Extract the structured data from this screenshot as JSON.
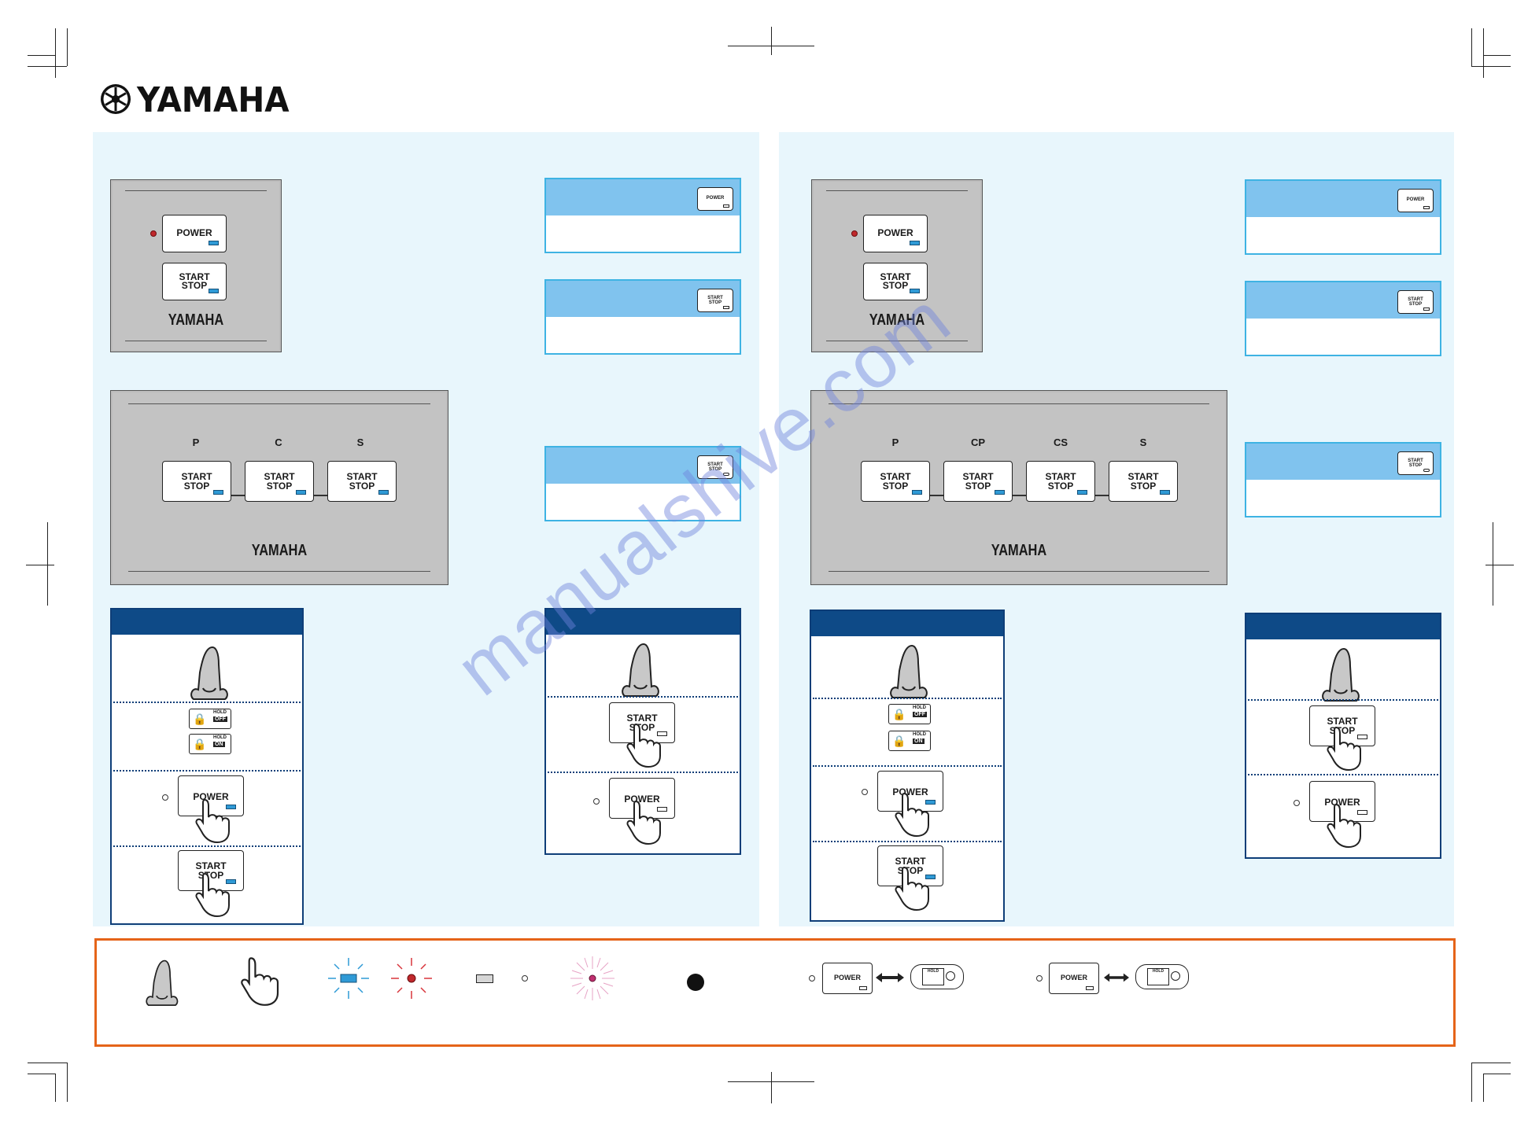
{
  "brand": {
    "name": "YAMAHA"
  },
  "panel_left": {
    "plate_small": {
      "power_label": "POWER",
      "start_label_1": "START",
      "start_label_2": "STOP",
      "brand": "YAMAHA"
    },
    "plate_large": {
      "channels": [
        "P",
        "C",
        "S"
      ],
      "key_line_1": "START",
      "key_line_2": "STOP",
      "brand": "YAMAHA"
    },
    "cards": [
      {
        "key_line_1": "POWER",
        "key_line_2": ""
      },
      {
        "key_line_1": "START",
        "key_line_2": "STOP"
      },
      {
        "key_line_1": "START",
        "key_line_2": "STOP"
      }
    ],
    "proc_a": {
      "hold_off": "HOLD",
      "hold_off_state": "OFF",
      "hold_on": "HOLD",
      "hold_on_state": "ON",
      "power_label": "POWER",
      "start_line_1": "START",
      "start_line_2": "STOP"
    },
    "proc_b": {
      "start_line_1": "START",
      "start_line_2": "STOP",
      "power_label": "POWER"
    }
  },
  "panel_right": {
    "plate_small": {
      "power_label": "POWER",
      "start_label_1": "START",
      "start_label_2": "STOP",
      "brand": "YAMAHA"
    },
    "plate_large": {
      "channels": [
        "P",
        "CP",
        "CS",
        "S"
      ],
      "key_line_1": "START",
      "key_line_2": "STOP",
      "brand": "YAMAHA"
    },
    "cards": [
      {
        "key_line_1": "POWER",
        "key_line_2": ""
      },
      {
        "key_line_1": "START",
        "key_line_2": "STOP"
      },
      {
        "key_line_1": "START",
        "key_line_2": "STOP"
      }
    ],
    "proc_a": {
      "hold_off": "HOLD",
      "hold_off_state": "OFF",
      "hold_on": "HOLD",
      "hold_on_state": "ON",
      "power_label": "POWER",
      "start_line_1": "START",
      "start_line_2": "STOP"
    },
    "proc_b": {
      "start_line_1": "START",
      "start_line_2": "STOP",
      "power_label": "POWER"
    }
  },
  "legend": {
    "power_label_1": "POWER",
    "power_label_2": "POWER",
    "remote_label_1": "HOLD",
    "remote_label_2": "HOLD"
  },
  "watermark": "manualshive.com",
  "colors": {
    "panel_bg": "#e8f6fc",
    "plate": "#c3c3c3",
    "card_header": "#80c3ee",
    "proc_header": "#0e4a87",
    "legend_border": "#e56419",
    "led_blue": "#2f9ad6",
    "led_red": "#c0282c"
  }
}
